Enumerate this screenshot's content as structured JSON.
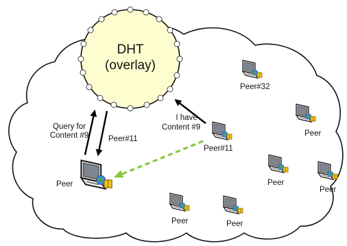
{
  "dht": {
    "title": "DHT",
    "subtitle": "(overlay)"
  },
  "annotations": {
    "query_line1": "Query for",
    "query_line2": "Content #9",
    "response_peer": "Peer#11",
    "ihave_line1": "I have",
    "ihave_line2": "Content #9"
  },
  "peers": {
    "main_peer": "Peer",
    "peer_11": "Peer#11",
    "peer_32": "Peer#32",
    "peer_right_top": "Peer",
    "peer_mid_right": "Peer",
    "peer_far_right": "Peer",
    "peer_bottom_left": "Peer",
    "peer_bottom_mid": "Peer"
  },
  "colors": {
    "dht_fill": "#fefdd0",
    "arrow_data": "#8cc63f",
    "outline": "#000000"
  }
}
